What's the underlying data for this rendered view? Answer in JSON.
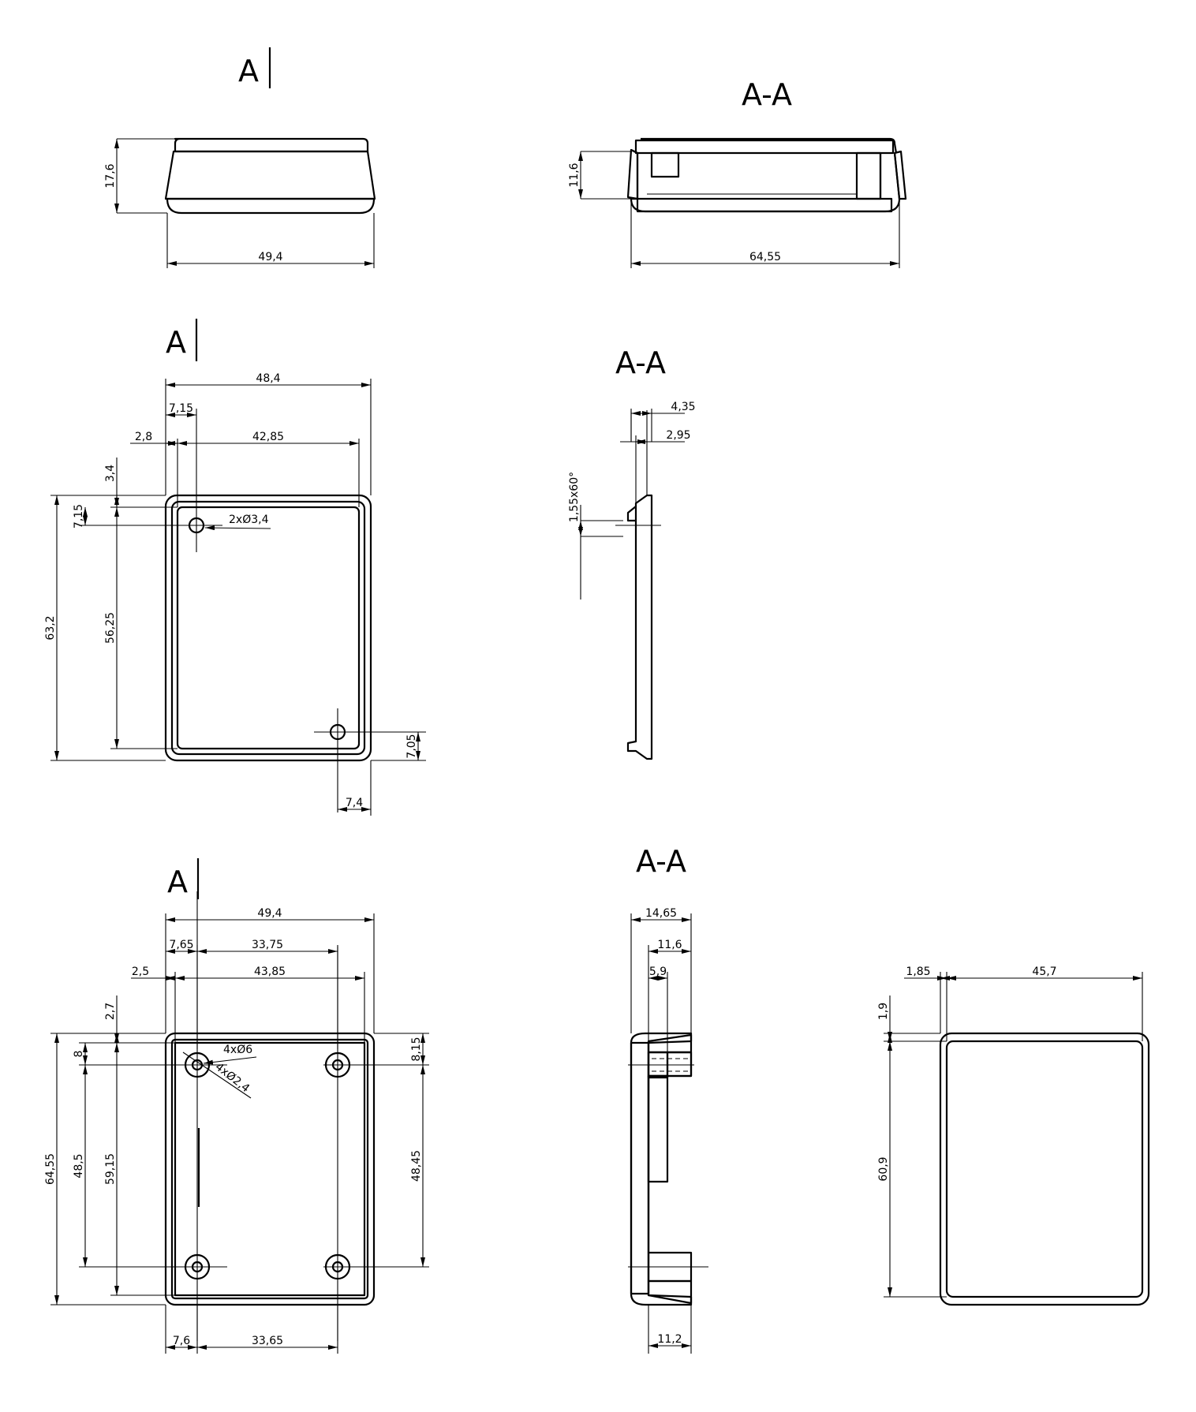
{
  "views": {
    "v1": {
      "view_label": "A",
      "section_label": "A-A"
    },
    "v2": {
      "view_label": "A",
      "section_label": "A-A"
    },
    "v3": {
      "view_label": "A",
      "section_label": "A-A"
    }
  },
  "dimensions": {
    "d_17_6": "17,6",
    "d_49_4_top": "49,4",
    "d_11_6_top": "11,6",
    "d_64_55_top": "64,55",
    "d_48_4": "48,4",
    "d_7_15_h": "7,15",
    "d_2_8": "2,8",
    "d_42_85": "42,85",
    "d_3_4": "3,4",
    "d_7_15_v": "7,15",
    "d_63_2": "63,2",
    "d_56_25": "56,25",
    "d_7_05": "7,05",
    "d_7_4": "7,4",
    "d_4_35": "4,35",
    "d_2_95": "2,95",
    "d_1_55x60": "1,55x60°",
    "d_49_4_bot": "49,4",
    "d_7_65": "7,65",
    "d_33_75": "33,75",
    "d_2_5": "2,5",
    "d_43_85": "43,85",
    "d_2_7": "2,7",
    "d_8": "8",
    "d_64_55_v": "64,55",
    "d_48_5": "48,5",
    "d_59_15": "59,15",
    "d_8_15": "8,15",
    "d_48_45": "48,45",
    "d_7_6": "7,6",
    "d_33_65": "33,65",
    "d_14_65": "14,65",
    "d_11_6_b": "11,6",
    "d_5_9": "5,9",
    "d_11_2": "11,2",
    "d_1_85": "1,85",
    "d_45_7": "45,7",
    "d_1_9": "1,9",
    "d_60_9": "60,9"
  },
  "annotations": {
    "holes_lid": "2xØ3,4",
    "bosses_outer": "4xØ6",
    "bosses_inner": "4xØ2,4"
  }
}
